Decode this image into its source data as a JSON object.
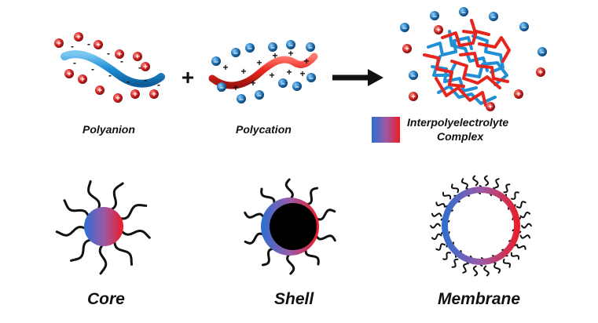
{
  "top_row": {
    "polyanion_label": "Polyanion",
    "polycation_label": "Polycation",
    "complex_label_line1": "Interpolyelectrolyte",
    "complex_label_line2": "Complex",
    "plus_operator": "+"
  },
  "bottom_row": {
    "core_label": "Core",
    "shell_label": "Shell",
    "membrane_label": "Membrane"
  },
  "colors": {
    "polyanion": "#1f8fd6",
    "polycation": "#e8251d",
    "counterion_positive": "#c81e1e",
    "counterion_negative": "#1d6fb0",
    "gradient_blue": "#2a6fd1",
    "gradient_purple": "#9a5aa8",
    "gradient_red": "#ef1b24",
    "core_black": "#000000"
  },
  "icons": [
    "positive-ion-icon",
    "negative-ion-icon",
    "right-arrow-icon",
    "plus-icon"
  ]
}
